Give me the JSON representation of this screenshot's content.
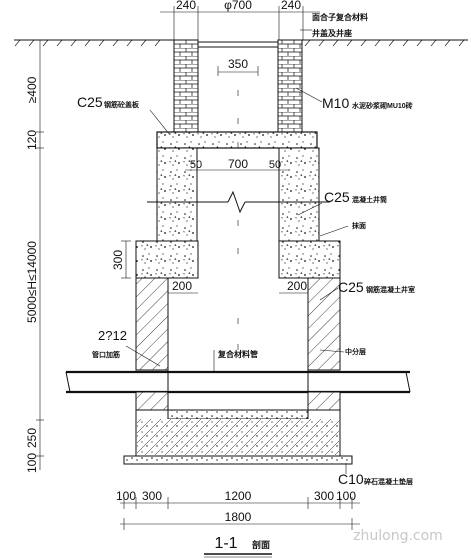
{
  "top_dims": {
    "left_wall": "240",
    "opening": "φ700",
    "right_wall": "240"
  },
  "notes_top": {
    "cover": "面合子复合材料",
    "ring": "井盖及井座"
  },
  "labels": {
    "dim_350": "350",
    "c25_left": "C25",
    "c25_left_sub": "钢筋砼盖板",
    "m10": "M10",
    "m10_sub": "水泥砂浆砌MU10砖",
    "dim_50_left": "50",
    "dim_700": "700",
    "dim_50_right": "50",
    "c25_mid": "C25",
    "c25_mid_sub": "混凝土井筒",
    "sheet_mid": "抹面",
    "dim_300": "300",
    "dim_200_left": "200",
    "dim_200_right": "200",
    "c25_chamber": "C25",
    "c25_chamber_sub": "钢筋混凝土井室",
    "rebar": "2?12",
    "rebar_sub": "管口加筋",
    "pipe_label": "复合材料管",
    "center_layer": "中分层",
    "c10": "C10",
    "c10_sub": "碎石混凝土垫层"
  },
  "left_dims": {
    "d400": "≥400",
    "d120": "120",
    "main": "5000≤H≤14000",
    "d100": "100",
    "d250": "250"
  },
  "bottom_dims": {
    "l100": "100",
    "l300": "300",
    "mid": "1200",
    "r300": "300",
    "r100": "100",
    "total": "1800"
  },
  "section_title": {
    "num": "1-1",
    "suffix": "剖面"
  },
  "watermark": "zhulong.com"
}
